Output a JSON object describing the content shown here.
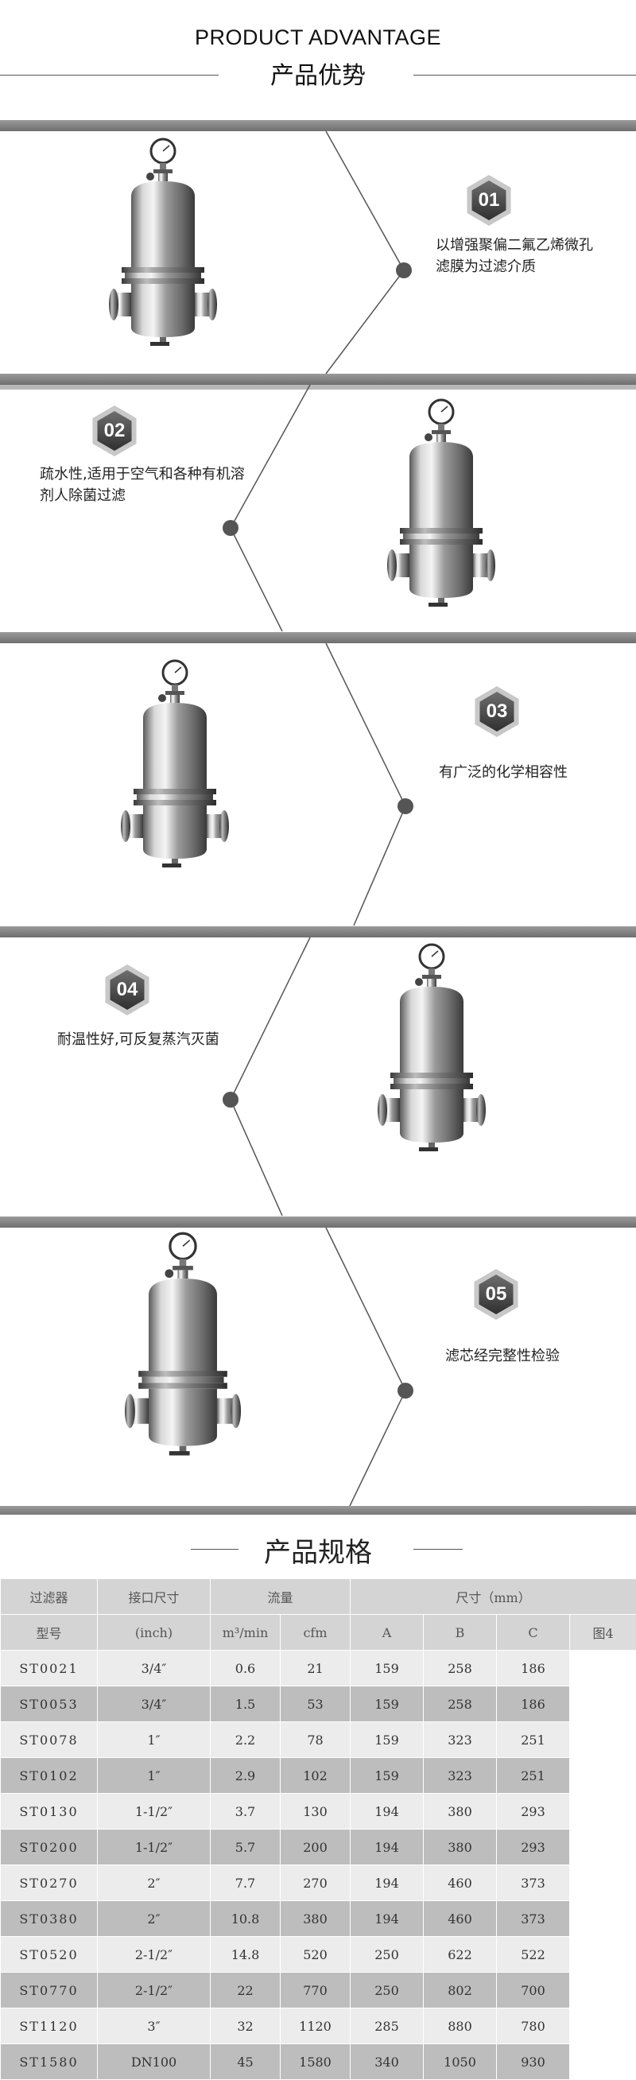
{
  "header": {
    "title_en": "PRODUCT ADVANTAGE",
    "title_cn": "产品优势"
  },
  "features": [
    {
      "num": "01",
      "text_lines": [
        "以增强聚偏二氟乙烯微孔",
        "滤膜为过滤介质"
      ]
    },
    {
      "num": "02",
      "text_lines": [
        "疏水性,适用于空气和各种有机溶",
        "剂人除菌过滤"
      ]
    },
    {
      "num": "03",
      "text_lines": [
        "有广泛的化学相容性"
      ]
    },
    {
      "num": "04",
      "text_lines": [
        "耐温性好,可反复蒸汽灭菌"
      ]
    },
    {
      "num": "05",
      "text_lines": [
        "滤芯经完整性检验"
      ]
    }
  ],
  "spec": {
    "title": "产品规格",
    "header_row1": {
      "model": "过滤器",
      "port": "接口尺寸",
      "flow": "流量",
      "size": "尺寸（mm）"
    },
    "header_row2": {
      "model": "型号",
      "port": "(inch)",
      "m3": "m³/min",
      "cfm": "cfm",
      "a": "A",
      "b": "B",
      "c": "C"
    },
    "figure_label": "图4",
    "rows": [
      {
        "model": "ST0021",
        "port": "3/4″",
        "m3": "0.6",
        "cfm": "21",
        "a": "159",
        "b": "258",
        "c": "186"
      },
      {
        "model": "ST0053",
        "port": "3/4″",
        "m3": "1.5",
        "cfm": "53",
        "a": "159",
        "b": "258",
        "c": "186"
      },
      {
        "model": "ST0078",
        "port": "1″",
        "m3": "2.2",
        "cfm": "78",
        "a": "159",
        "b": "323",
        "c": "251"
      },
      {
        "model": "ST0102",
        "port": "1″",
        "m3": "2.9",
        "cfm": "102",
        "a": "159",
        "b": "323",
        "c": "251"
      },
      {
        "model": "ST0130",
        "port": "1-1/2″",
        "m3": "3.7",
        "cfm": "130",
        "a": "194",
        "b": "380",
        "c": "293"
      },
      {
        "model": "ST0200",
        "port": "1-1/2″",
        "m3": "5.7",
        "cfm": "200",
        "a": "194",
        "b": "380",
        "c": "293"
      },
      {
        "model": "ST0270",
        "port": "2″",
        "m3": "7.7",
        "cfm": "270",
        "a": "194",
        "b": "460",
        "c": "373"
      },
      {
        "model": "ST0380",
        "port": "2″",
        "m3": "10.8",
        "cfm": "380",
        "a": "194",
        "b": "460",
        "c": "373"
      },
      {
        "model": "ST0520",
        "port": "2-1/2″",
        "m3": "14.8",
        "cfm": "520",
        "a": "250",
        "b": "622",
        "c": "522"
      },
      {
        "model": "ST0770",
        "port": "2-1/2″",
        "m3": "22",
        "cfm": "770",
        "a": "250",
        "b": "802",
        "c": "700"
      },
      {
        "model": "ST1120",
        "port": "3″",
        "m3": "32",
        "cfm": "1120",
        "a": "285",
        "b": "880",
        "c": "780"
      },
      {
        "model": "ST1580",
        "port": "DN100",
        "m3": "45",
        "cfm": "1580",
        "a": "340",
        "b": "1050",
        "c": "930"
      }
    ]
  }
}
